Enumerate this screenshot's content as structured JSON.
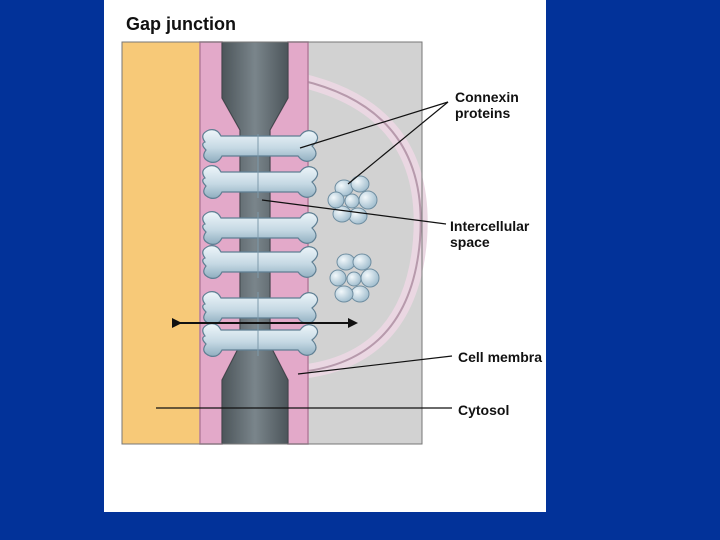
{
  "title": "Gap junction",
  "labels": {
    "connexin_line1": "Connexin",
    "connexin_line2": "proteins",
    "intercellular_line1": "Intercellular",
    "intercellular_line2": "space",
    "cell_membrane": "Cell membra",
    "cytosol": "Cytosol"
  },
  "colors": {
    "background": "#023299",
    "left_cytosol": "#f7c978",
    "membrane": "#e3a9c9",
    "right_cytosol": "#cfcfcf",
    "intercellular_space": "#5d676d",
    "connexin": "#c9dbe6"
  }
}
